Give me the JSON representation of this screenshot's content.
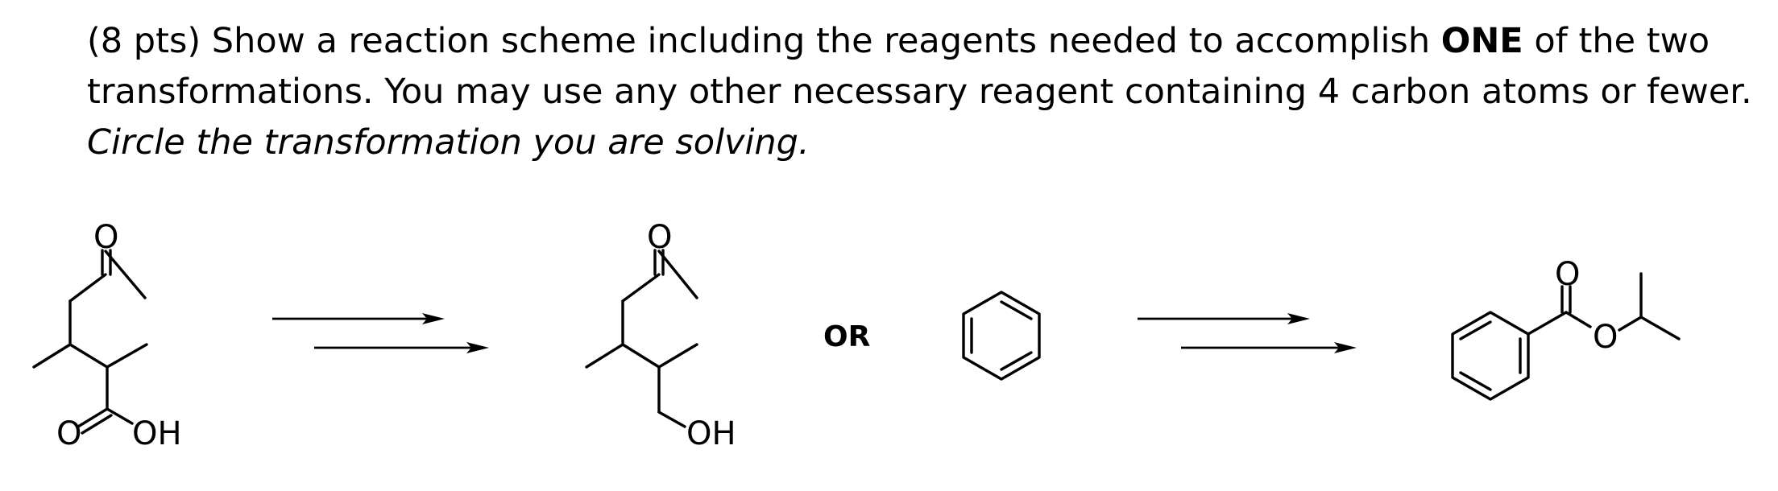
{
  "question": {
    "line1_prefix": "(8 pts) Show a reaction scheme including the reagents needed to accomplish ",
    "line1_bold": "ONE",
    "line1_suffix": " of the two",
    "line2": "transformations. You may use any other necessary reagent containing 4 carbon atoms or fewer.",
    "line3_italic": "Circle the transformation you are solving."
  },
  "scheme": {
    "separator": "OR",
    "transformation_1": {
      "starting_material": {
        "carbonyl_o": "O",
        "acid_o": "O",
        "acid_oh": "OH"
      },
      "product": {
        "carbonyl_o": "O",
        "alcohol_oh": "OH"
      }
    },
    "transformation_2": {
      "product": {
        "carbonyl_o": "O",
        "ester_o": "O"
      }
    }
  }
}
